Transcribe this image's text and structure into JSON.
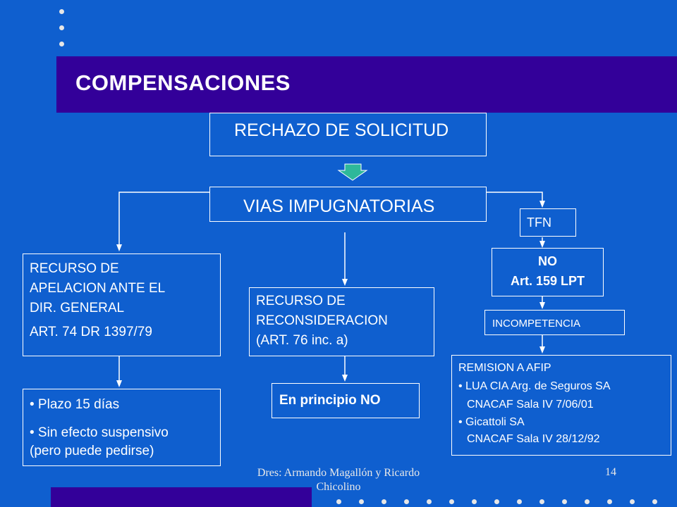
{
  "slide": {
    "title": "COMPENSACIONES",
    "top_box": "RECHAZO DE SOLICITUD",
    "vias_box": "VIAS IMPUGNATORIAS",
    "tfn_box": "TFN",
    "no_box": {
      "line1": "NO",
      "line2": "Art. 159 LPT"
    },
    "incompetencia_box": "INCOMPETENCIA",
    "apelacion_box": {
      "line1": "RECURSO DE",
      "line2": "APELACION ANTE EL",
      "line3": "DIR. GENERAL",
      "line4": "ART. 74 DR 1397/79"
    },
    "reconsideracion_box": {
      "line1": "RECURSO DE",
      "line2": "RECONSIDERACION",
      "line3": "(ART. 76 inc. a)"
    },
    "plazo_box": {
      "bullet1": "• Plazo 15 días",
      "bullet2": "• Sin efecto suspensivo",
      "bullet2_cont": "(pero puede pedirse)"
    },
    "principio_box": "En principio NO",
    "remision_box": {
      "line1": "REMISION A AFIP",
      "line2": "• LUA CIA Arg. de Seguros SA",
      "line3": "CNACAF Sala IV   7/06/01",
      "line4": "• Gicattoli SA",
      "line5": "CNACAF Sala IV 28/12/92"
    }
  },
  "footer": {
    "line1": "Dres: Armando Magallón y Ricardo",
    "line2": "Chicolino",
    "page": "14"
  },
  "colors": {
    "background": "#0f5fcf",
    "title_bar": "#330099",
    "arrow_fill": "#2eb89a",
    "text": "#ffffff"
  }
}
